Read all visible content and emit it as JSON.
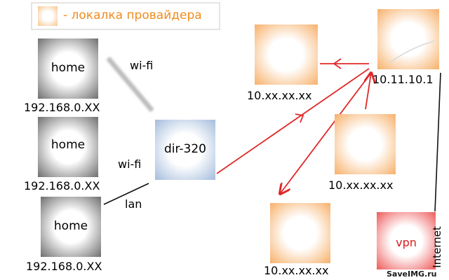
{
  "legend": {
    "text": "- локалка провайдера"
  },
  "nodes": {
    "home_1": {
      "label": "home",
      "ip": "192.168.0.XX"
    },
    "home_2": {
      "label": "home",
      "ip": "192.168.0.XX"
    },
    "home_3": {
      "label": "home",
      "ip": "192.168.0.XX"
    },
    "router": {
      "label": "dir-320"
    },
    "isp_node_1": {
      "ip": "10.xx.xx.xx"
    },
    "isp_gateway": {
      "ip": "10.11.10.1"
    },
    "isp_node_2": {
      "ip": "10.xx.xx.xx"
    },
    "isp_node_3": {
      "ip": "10.xx.xx.xx"
    },
    "vpn": {
      "label": "vpn"
    }
  },
  "edges": {
    "wifi_1": "wi-fi",
    "wifi_2": "wi-fi",
    "lan": "lan",
    "internet": "Internet"
  },
  "colors": {
    "legend_text": "#f08c1e",
    "arrows": "#e02828",
    "home_nodes": "#6e6e6e",
    "router": "#a4bcdc",
    "isp_nodes": "#f7b06a",
    "vpn": "#ee5a5a"
  },
  "watermark": "SaveIMG.ru"
}
